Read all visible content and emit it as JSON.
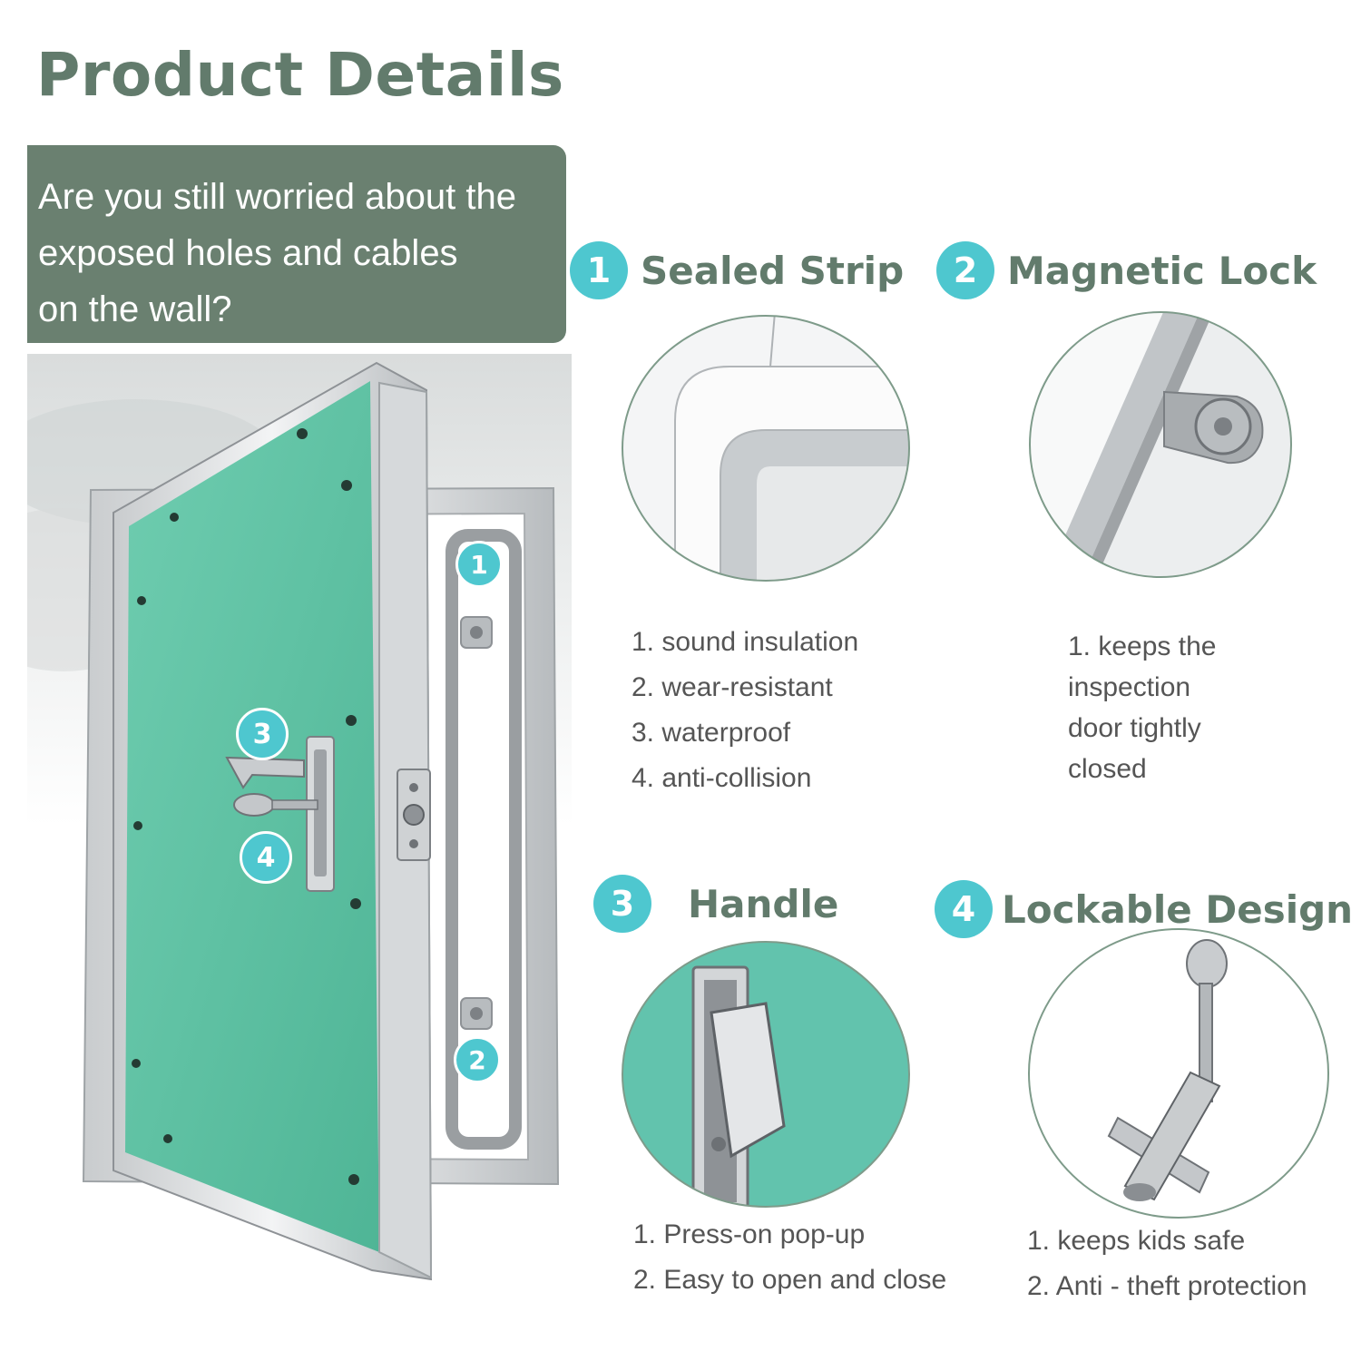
{
  "header": {
    "title": "Product Details"
  },
  "intro": {
    "lines": [
      "Are you still worried about the",
      "exposed holes and cables",
      "on the wall?"
    ]
  },
  "hero_callouts": [
    "1",
    "2",
    "3",
    "4"
  ],
  "features": [
    {
      "number": "1",
      "title": "Sealed Strip",
      "bullets": [
        "1. sound insulation",
        "2. wear-resistant",
        "3. waterproof",
        "4. anti-collision"
      ]
    },
    {
      "number": "2",
      "title": "Magnetic Lock",
      "bullets": [
        "1. keeps the",
        "inspection",
        "door tightly",
        "closed"
      ]
    },
    {
      "number": "3",
      "title": "Handle",
      "bullets": [
        "1. Press-on pop-up",
        "2. Easy to open and close"
      ]
    },
    {
      "number": "4",
      "title": "Lockable Design",
      "bullets": [
        "1. keeps kids safe",
        "2. Anti - theft protection"
      ]
    }
  ],
  "colors": {
    "accent_teal": "#4ec7cf",
    "title_green": "#627b6c",
    "intro_bg": "#6a8070",
    "door_panel": "#5cbfa3"
  },
  "icons": [
    "number-badge-icon"
  ]
}
